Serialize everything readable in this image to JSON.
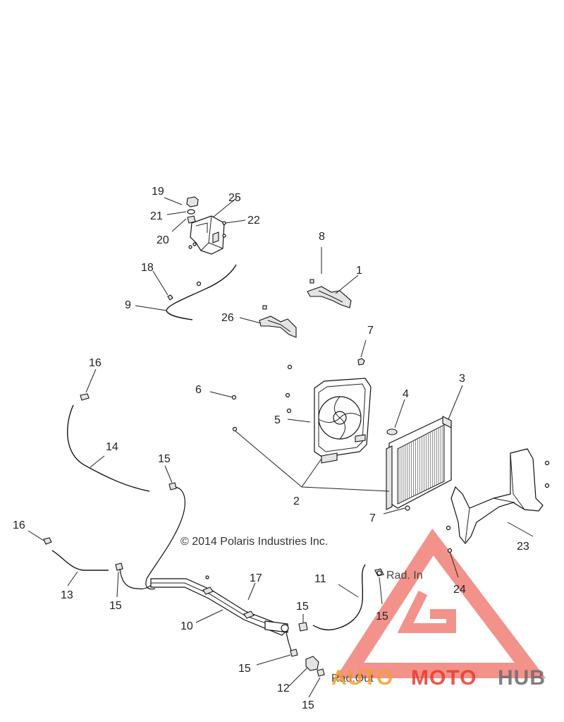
{
  "diagram": {
    "copyright": "© 2014 Polaris Industries Inc.",
    "port_labels": {
      "rad_in": "Rad. In",
      "rad_out": "Rad.Out"
    },
    "callouts": {
      "c1": "1",
      "c2": "2",
      "c3": "3",
      "c4": "4",
      "c5": "5",
      "c6": "6",
      "c7a": "7",
      "c7b": "7",
      "c8": "8",
      "c9": "9",
      "c10": "10",
      "c11": "11",
      "c12": "12",
      "c13": "13",
      "c14": "14",
      "c15a": "15",
      "c15b": "15",
      "c15c": "15",
      "c15d": "15",
      "c15e": "15",
      "c15f": "15",
      "c16a": "16",
      "c16b": "16",
      "c17": "17",
      "c18": "18",
      "c19": "19",
      "c20": "20",
      "c21": "21",
      "c22": "22",
      "c23": "23",
      "c24": "24",
      "c25": "25",
      "c26": "26"
    }
  },
  "watermark": {
    "auto": "AUTO",
    "moto": "MOTO",
    "hub": "HUB",
    "colors": {
      "red": "#e83a2e",
      "amber": "#f2a12e",
      "gray": "#6b6b6b"
    }
  }
}
